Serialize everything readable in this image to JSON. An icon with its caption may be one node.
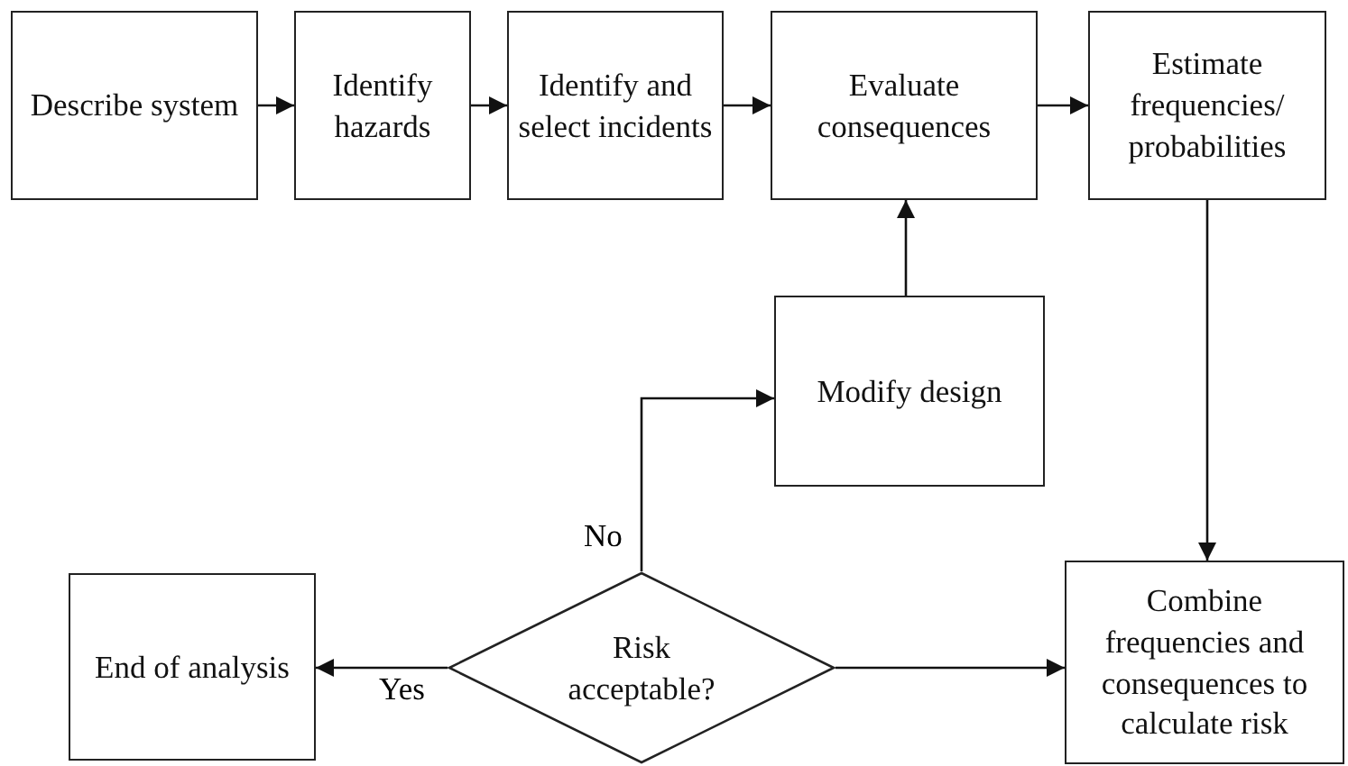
{
  "diagram": {
    "nodes": [
      {
        "text": [
          "Describe system"
        ]
      },
      {
        "text": [
          "Identify hazards"
        ]
      },
      {
        "text": [
          "Identify and select incidents"
        ]
      },
      {
        "text": [
          "Evaluate consequences"
        ]
      },
      {
        "text": [
          "Estimate frequencies/ probabilities"
        ]
      },
      {
        "text": [
          "Modify design"
        ]
      },
      {
        "text": [
          "End of analysis"
        ]
      },
      {
        "text": [
          "Risk acceptable?"
        ]
      },
      {
        "text": [
          "Combine frequencies and consequences to calculate risk"
        ]
      }
    ],
    "edges": [
      {
        "from": 0,
        "to": 1,
        "arrow": "to"
      },
      {
        "from": 1,
        "to": 2,
        "arrow": "to"
      },
      {
        "from": 2,
        "to": 3,
        "arrow": "to"
      },
      {
        "from": 3,
        "to": 4,
        "arrow": "to"
      },
      {
        "from": 5,
        "to": 3,
        "arrow": "to"
      },
      {
        "from": 4,
        "to": 8,
        "arrow": "to"
      },
      {
        "from": 7,
        "to": 8,
        "arrow": "to"
      },
      {
        "from": 7,
        "to": 6,
        "arrow": "to",
        "label": "Yes"
      },
      {
        "from": 7,
        "to": 5,
        "arrow": "to",
        "label": "No"
      }
    ]
  }
}
